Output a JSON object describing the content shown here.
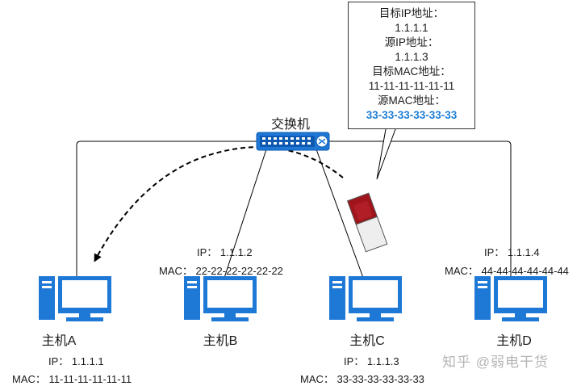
{
  "switch": {
    "label": "交换机",
    "icon": "network-switch-icon"
  },
  "packet": {
    "icon": "packet-icon",
    "color_top": "#a0151c",
    "color_bottom": "#eeeeee",
    "fields": [
      {
        "label": "目标IP地址：",
        "value": "1.1.1.1"
      },
      {
        "label": "源IP地址：",
        "value": "1.1.1.3"
      },
      {
        "label": "目标MAC地址：",
        "value": "11-11-11-11-11-11"
      },
      {
        "label": "源MAC地址：",
        "value": "33-33-33-33-33-33",
        "highlight_color": "#1f7fd4"
      }
    ]
  },
  "hosts": [
    {
      "name": "主机A",
      "ip": "IP：  1.1.1.1",
      "mac": "MAC：  11-11-11-11-11-11"
    },
    {
      "name": "主机B",
      "ip": "IP：  1.1.1.2",
      "mac": "MAC：  22-22-22-22-22-22"
    },
    {
      "name": "主机C",
      "ip": "IP：  1.1.1.3",
      "mac": "MAC：  33-33-33-33-33-33"
    },
    {
      "name": "主机D",
      "ip": "IP：  1.1.1.4",
      "mac": "MAC：  44-44-44-44-44-44"
    }
  ],
  "watermark": "知乎 @弱电干货",
  "colors": {
    "device_blue": "#1e78d6",
    "device_dark": "#0d58b0",
    "screen": "#ffffff"
  }
}
